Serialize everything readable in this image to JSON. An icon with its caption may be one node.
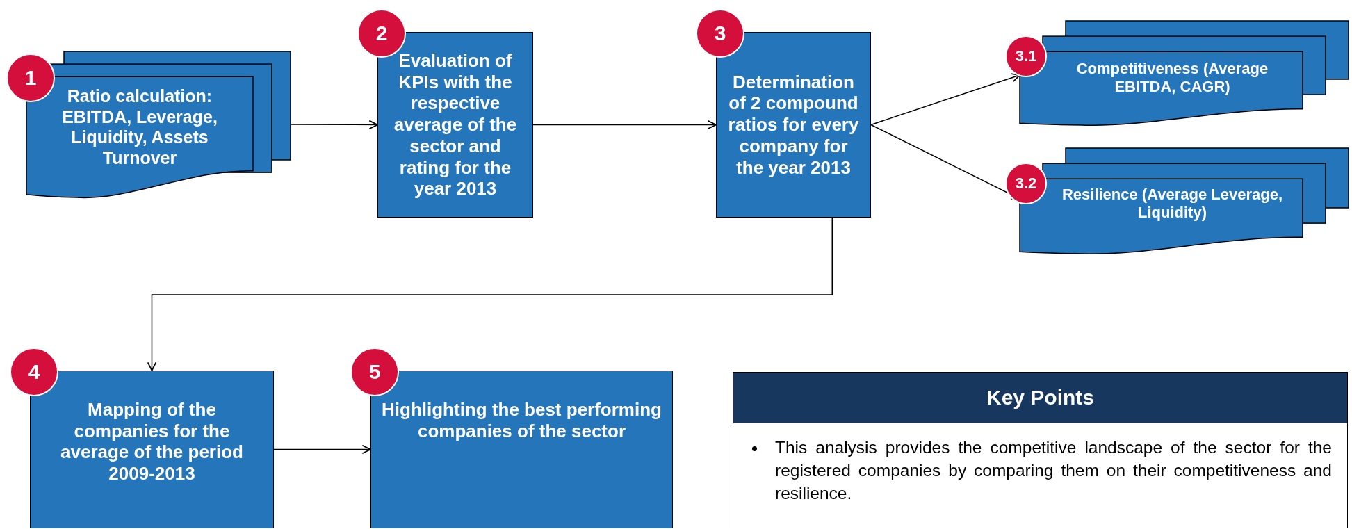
{
  "diagram": {
    "nodes": [
      {
        "text": [
          "1",
          "Ratio calculation: EBITDA, Leverage, Liquidity, Assets Turnover"
        ]
      },
      {
        "text": [
          "2",
          "Evaluation of KPIs with the respective average of the sector and rating for the year 2013"
        ]
      },
      {
        "text": [
          "3",
          "Determination of 2 compound ratios for every company for the year 2013"
        ]
      },
      {
        "text": [
          "3.1",
          "Competitiveness (Average EBITDA, CAGR)"
        ]
      },
      {
        "text": [
          "3.2",
          "Resilience (Average Leverage, Liquidity)"
        ]
      },
      {
        "text": [
          "4",
          "Mapping of the companies for the average of the period 2009-2013"
        ]
      },
      {
        "text": [
          "5",
          "Highlighting the best performing companies of the sector"
        ]
      },
      {
        "text": [
          "Key Points",
          "This analysis provides the competitive landscape of the sector for the registered companies by comparing them on their competitiveness and resilience."
        ]
      }
    ],
    "edges": [
      {
        "from": 0,
        "to": 1,
        "arrow": "to"
      },
      {
        "from": 1,
        "to": 2,
        "arrow": "to"
      },
      {
        "from": 2,
        "to": 3,
        "arrow": "to"
      },
      {
        "from": 2,
        "to": 4,
        "arrow": "to"
      },
      {
        "from": 2,
        "to": 5,
        "arrow": "to"
      },
      {
        "from": 5,
        "to": 6,
        "arrow": "to"
      }
    ]
  }
}
